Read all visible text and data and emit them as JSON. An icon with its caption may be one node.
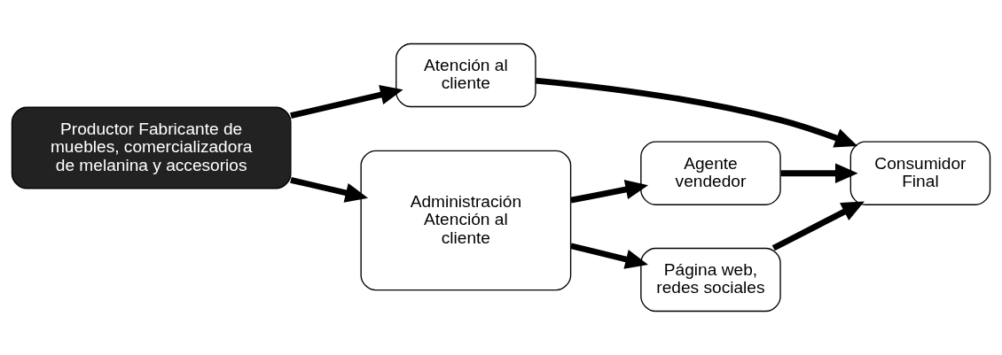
{
  "diagram": {
    "nodes": [
      {
        "text": [
          "Productor Fabricante de muebles, comercializadora de melanina y accesorios"
        ]
      },
      {
        "text": [
          "Atención al cliente"
        ]
      },
      {
        "text": [
          "Administración Atención al cliente"
        ]
      },
      {
        "text": [
          "Agente vendedor"
        ]
      },
      {
        "text": [
          "Página web, redes sociales"
        ]
      },
      {
        "text": [
          "Consumidor Final"
        ]
      }
    ],
    "edges": [
      {
        "from": 0,
        "to": 1,
        "arrow": "to"
      },
      {
        "from": 0,
        "to": 2,
        "arrow": "to"
      },
      {
        "from": 1,
        "to": 5,
        "arrow": "to"
      },
      {
        "from": 2,
        "to": 3,
        "arrow": "to"
      },
      {
        "from": 2,
        "to": 4,
        "arrow": "to"
      },
      {
        "from": 3,
        "to": 5,
        "arrow": "to"
      },
      {
        "from": 4,
        "to": 5,
        "arrow": "to"
      }
    ]
  }
}
